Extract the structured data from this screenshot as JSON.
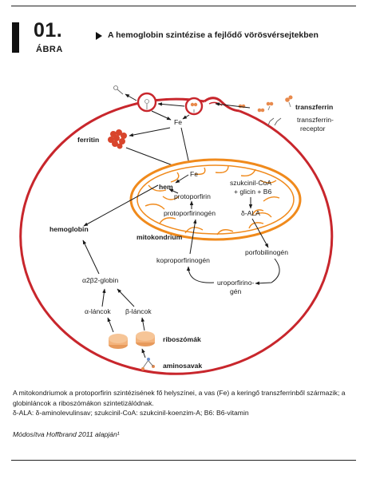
{
  "figure": {
    "number": "01.",
    "label": "ÁBRA",
    "title": "A hemoglobin szintézise a fejlődő vörösvérsejtekben"
  },
  "labels": {
    "transferrin": "transzferrin",
    "receptor_line1": "transzferrin-",
    "receptor_line2": "receptor",
    "fe_top": "Fe",
    "ferritin": "ferritin",
    "fe_mito": "Fe",
    "hem": "hem",
    "protoporfirin": "protoporfirin",
    "protoporfirinogen": "protoporfirinogén",
    "szukcinil": "szukcinil-CoA",
    "glicin": "+ glicin + B6",
    "ala": "δ-ALA",
    "mitokondrium": "mitokondrium",
    "hemoglobin": "hemoglobin",
    "koproporfirinogen": "koproporfirinogén",
    "porfobilinogen": "porfobilinogén",
    "uroporfirinogen_line1": "uroporfirino-",
    "uroporfirinogen_line2": "gén",
    "globin": "α2β2-globin",
    "alpha_chains": "α-láncok",
    "beta_chains": "β-láncok",
    "ribosomes": "riboszómák",
    "amino_acids": "aminosavak"
  },
  "caption": {
    "line1": "A mitokondriumok a protoporfirin szintézisének fő helyszínei, a vas (Fe) a keringő transzferrinből származik; a globinláncok a riboszómákon szintetizálódnak.",
    "line2": "δ-ALA: δ-aminolevulinsav; szukcinil-CoA: szukcinil-koenzim-A; B6: B6-vitamin",
    "source": "Módosítva Hoffbrand 2011 alapján¹"
  },
  "colors": {
    "membrane": "#c8262c",
    "mitochondrion": "#f08a1c",
    "ribosome": "#f3b37c",
    "transferrin": "#e88a4c",
    "ferritin": "#d8452c"
  },
  "icons": [
    "transferrin-molecule-icon",
    "receptor-icon",
    "ferritin-cluster-icon",
    "ribosome-icon",
    "amino-acid-icon",
    "arrow-icon"
  ]
}
